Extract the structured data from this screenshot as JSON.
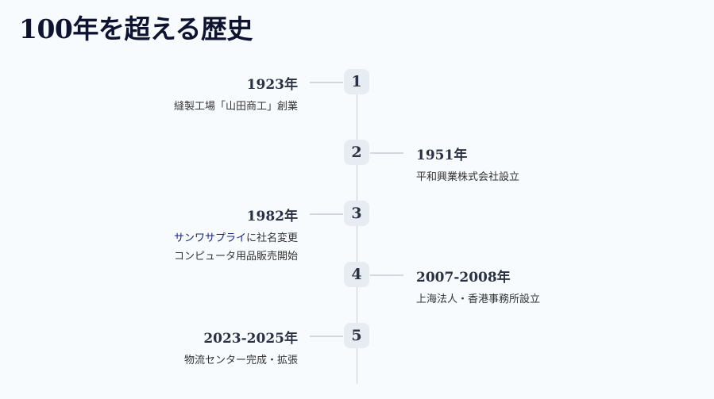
{
  "title": "100年を超える歴史",
  "items": [
    {
      "number": "1",
      "year": "1923年",
      "desc": "縫製工場「山田商工」創業"
    },
    {
      "number": "2",
      "year": "1951年",
      "desc": "平和興業株式会社設立"
    },
    {
      "number": "3",
      "year": "1982年",
      "link": "サンワサプライ",
      "desc": "に社名変更",
      "desc2": "コンピュータ用品販売開始"
    },
    {
      "number": "4",
      "year": "2007-2008年",
      "desc": "上海法人・香港事務所設立"
    },
    {
      "number": "5",
      "year": "2023-2025年",
      "desc": "物流センター完成・拡張"
    }
  ]
}
